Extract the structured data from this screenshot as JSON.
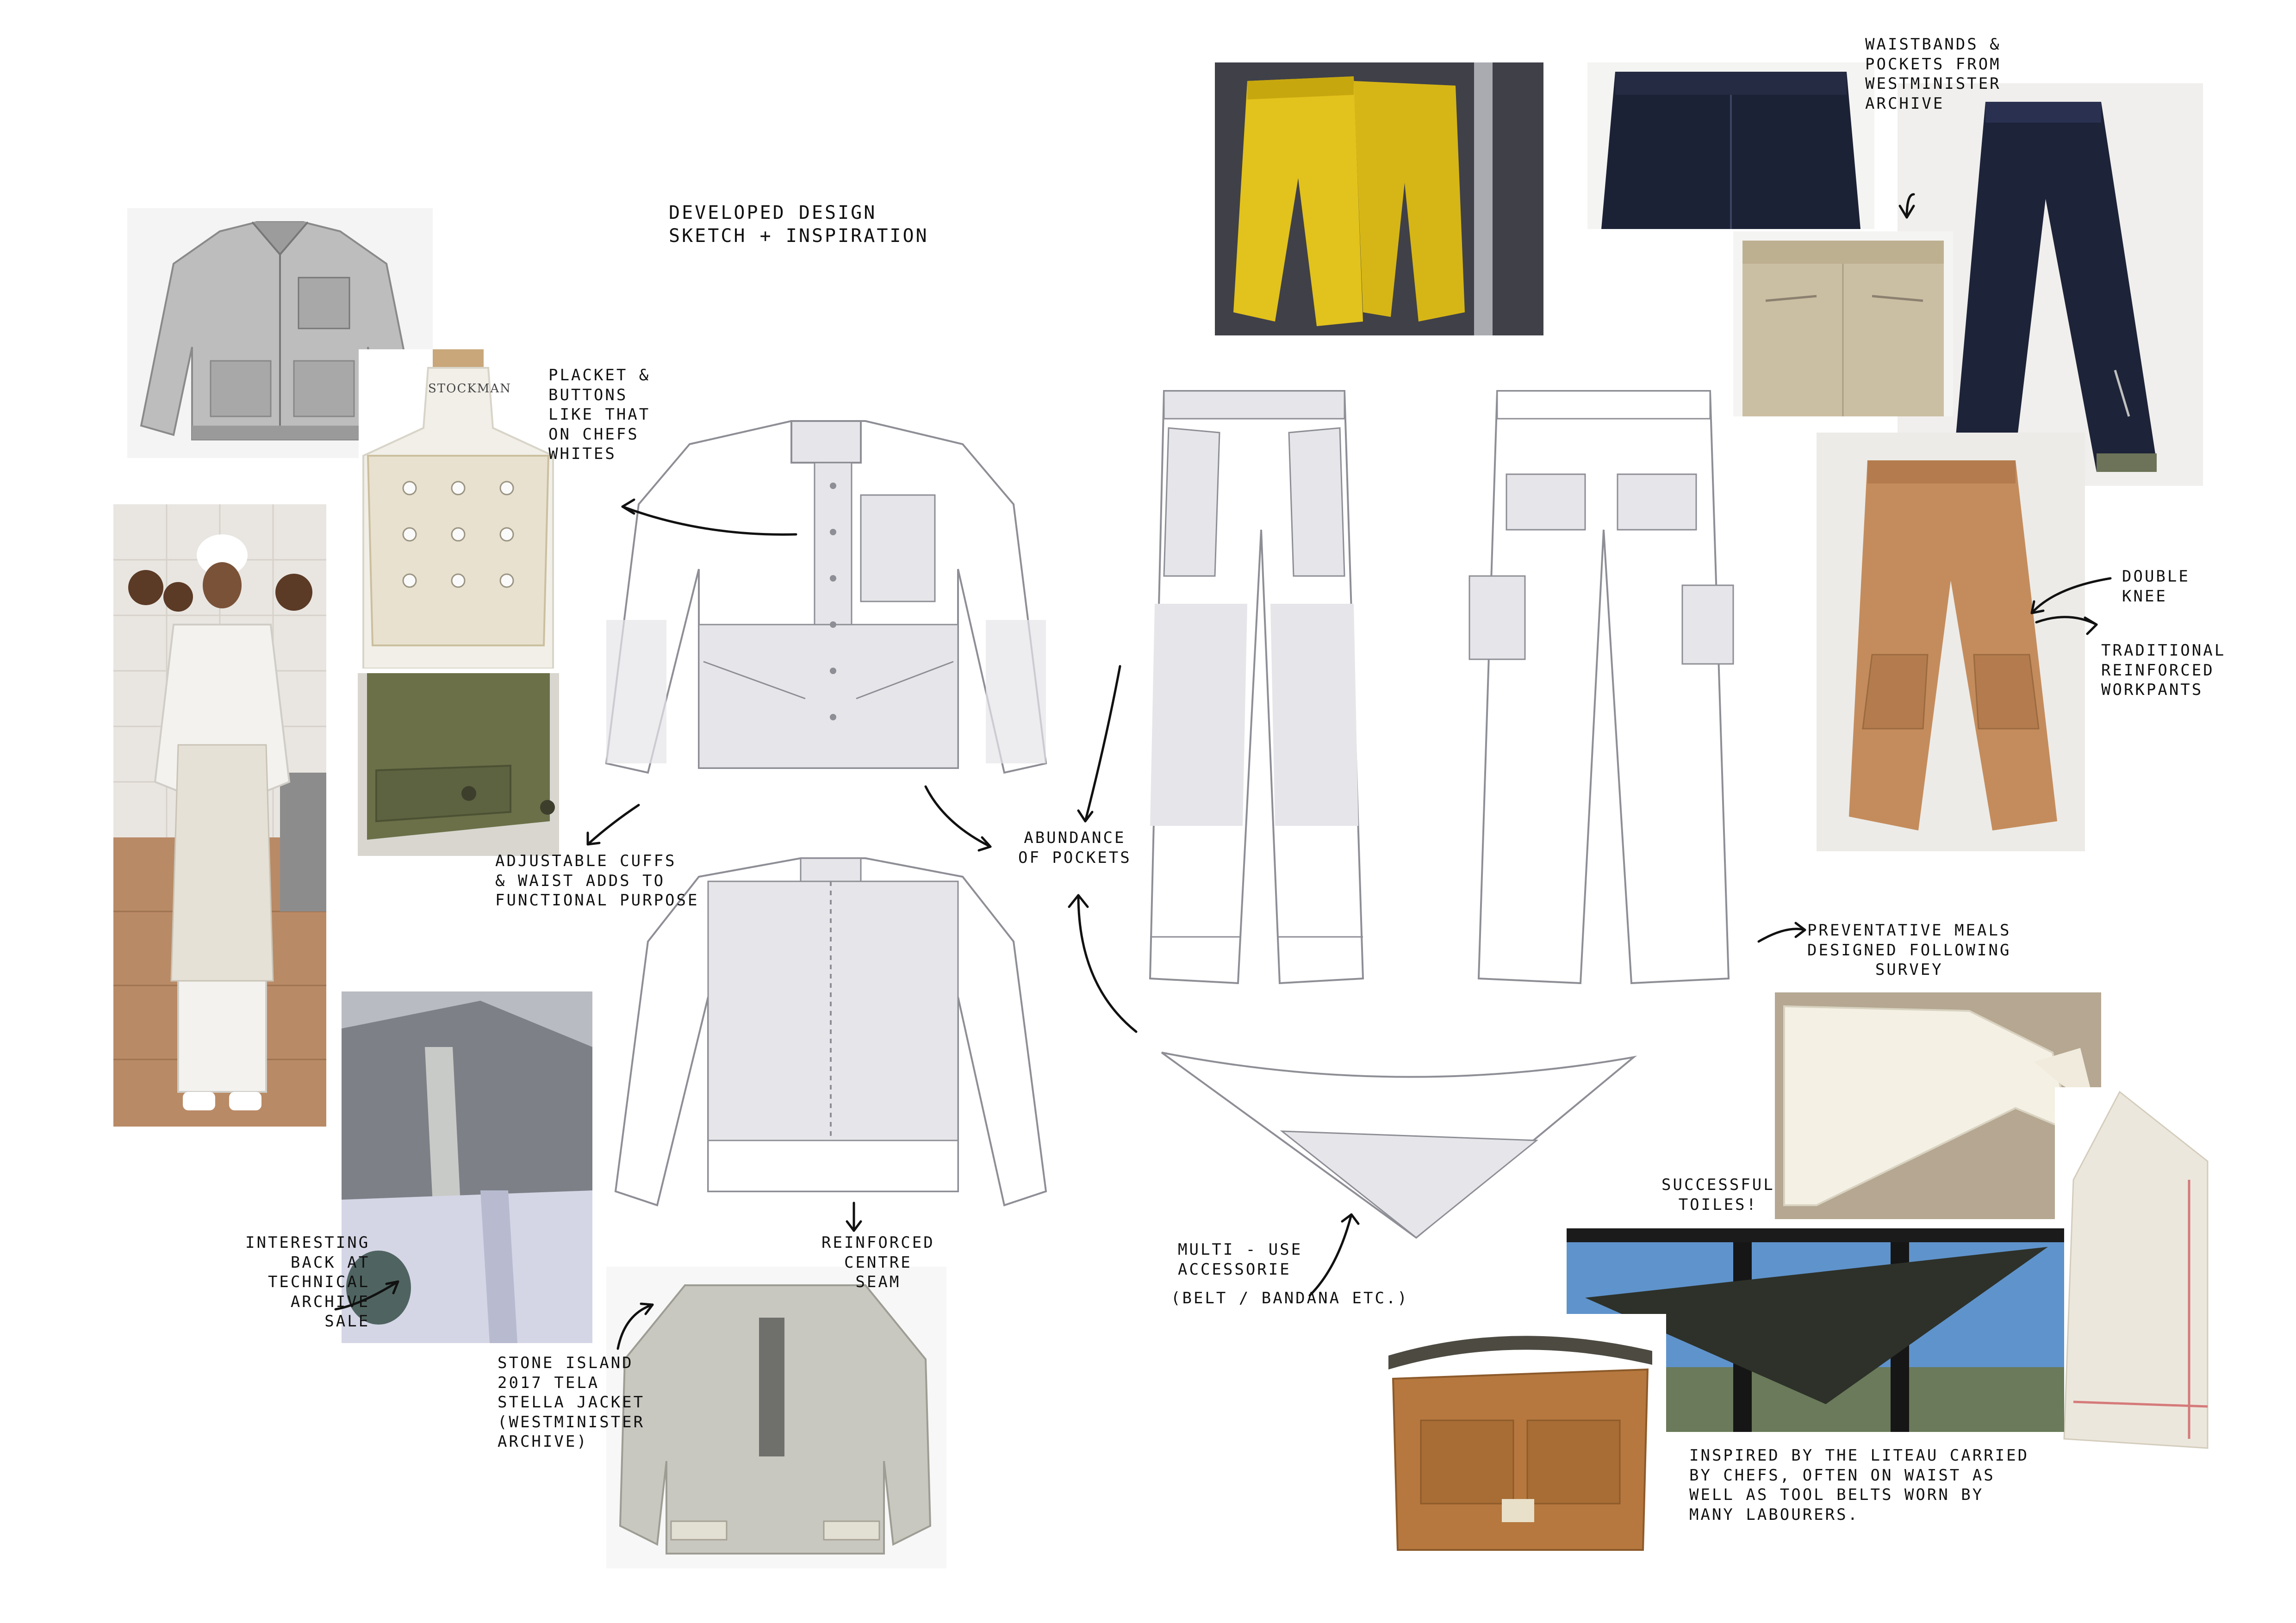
{
  "page": {
    "title": "DEVELOPED DESIGN\nSKETCH + INSPIRATION"
  },
  "annotations": {
    "placket": "PLACKET &\nBUTTONS\nLIKE THAT\nON CHEFS\nWHITES",
    "cuffs": "ADJUSTABLE CUFFS\n& WAIST ADDS TO\nFUNCTIONAL PURPOSE",
    "abundance": "ABUNDANCE\nOF POCKETS",
    "waistbands": "WAISTBANDS &\nPOCKETS FROM\nWESTMINISTER\nARCHIVE",
    "double_knee": "DOUBLE\nKNEE",
    "traditional": "TRADITIONAL\nREINFORCED\nWORKPANTS",
    "preventative": "PREVENTATIVE MEALS\nDESIGNED FOLLOWING\nSURVEY",
    "interesting": "INTERESTING\nBACK AT\nTECHNICAL\nARCHIVE\nSALE",
    "reinforced": "REINFORCED\nCENTRE\nSEAM",
    "stone_island": "STONE ISLAND\n2017 TELA\nSTELLA JACKET\n(WESTMINISTER\nARCHIVE)",
    "multi_use": "MULTI - USE\nACCESSORIE",
    "belt_bandana": "(BELT / BANDANA ETC.)",
    "successful": "SUCCESSFUL\nTOILES!",
    "inspired": "INSPIRED BY THE LITEAU CARRIED\nBY CHEFS, OFTEN ON WAIST AS\nWELL AS TOOL BELTS WORN BY\nMANY LABOURERS."
  },
  "photo_text": {
    "mannequin": "STOCKMAN"
  },
  "colors": {
    "sketch_fill": "#e6e6ea",
    "sketch_line": "#8e8e96",
    "yellow": "#e2c21c",
    "denim": "#1c2236",
    "khaki": "#cbbfa3",
    "workpant": "#c48c5c",
    "olive": "#6b7048",
    "toolbelt": "#b6783e"
  }
}
